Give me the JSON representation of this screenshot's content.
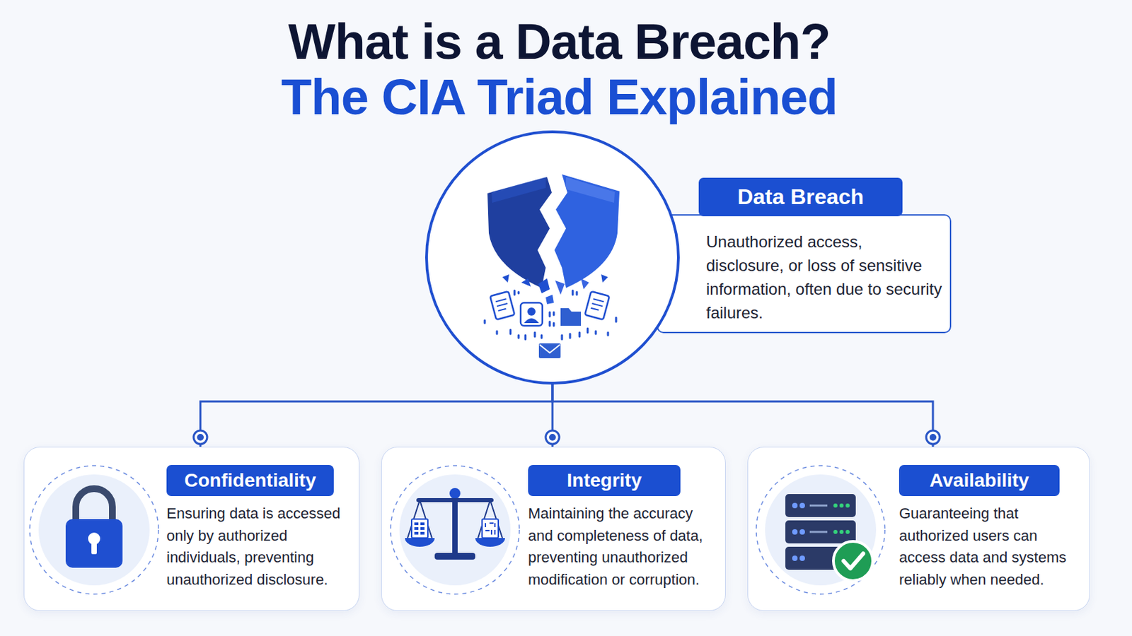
{
  "diagram": {
    "title": "What is a Data Breach?",
    "nodes": [
      {
        "text": [
          "Data Breach",
          "Unauthorized access, disclosure, or loss of sensitive information, often due to security failures."
        ]
      },
      {
        "text": [
          "Confidentiality",
          "Ensuring data is accessed only by authorized individuals, preventing unauthorized disclosure."
        ]
      },
      {
        "text": [
          "Integrity",
          "Maintaining the accuracy and completeness of data, preventing unauthorized modification or corruption."
        ]
      },
      {
        "text": [
          "Availability",
          "Guaranteeing that authorized users can access data and systems reliably when needed."
        ]
      }
    ],
    "edges": [
      {
        "from": 0,
        "to": 1,
        "arrow": "none"
      },
      {
        "from": 0,
        "to": 2,
        "arrow": "none"
      },
      {
        "from": 0,
        "to": 3,
        "arrow": "none"
      }
    ],
    "labels": [
      "The CIA Triad Explained"
    ]
  }
}
